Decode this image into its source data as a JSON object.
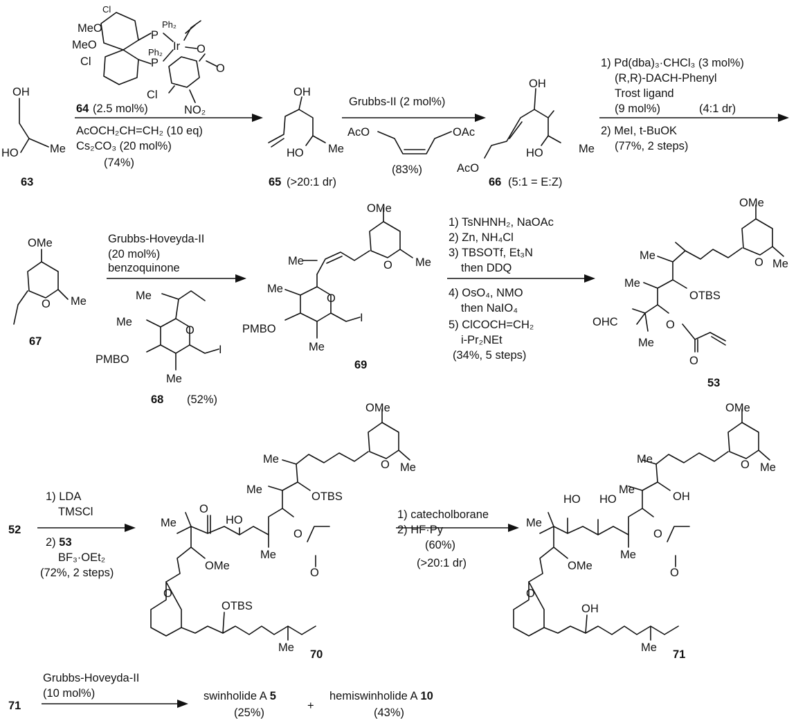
{
  "compounds": {
    "c63": "63",
    "c64": "64",
    "c65": "65",
    "c65_dr": "(>20:1 dr)",
    "c66": "66",
    "c66_ez": "(5:1 = E:Z)",
    "c67": "67",
    "c68": "68",
    "c68_yield": "(52%)",
    "c69": "69",
    "c53": "53",
    "c52": "52",
    "c70": "70",
    "c71": "71",
    "c71b": "71"
  },
  "atoms": {
    "OH": "OH",
    "HO": "HO",
    "Me": "Me",
    "O": "O",
    "OMe": "OMe",
    "OTBS": "OTBS",
    "PMBO": "PMBO",
    "I": "I",
    "OHC": "OHC",
    "AcO": "AcO",
    "OAc": "OAc",
    "MeO": "MeO",
    "Cl": "Cl",
    "P": "P",
    "Ir": "Ir",
    "Ph2": "Ph₂",
    "NO2": "NO₂"
  },
  "step1": {
    "catalyst_num": "64",
    "catalyst_amt": "(2.5 mol%)",
    "line2": "AcOCH₂CH=CH₂ (10 eq)",
    "line3": "Cs₂CO₃ (20 mol%)",
    "yield": "(74%)"
  },
  "step2": {
    "line1": "Grubbs-II (2 mol%)",
    "yield": "(83%)"
  },
  "step3": {
    "line1": "1) Pd(dba)₃·CHCl₃ (3 mol%)",
    "line2": "(R,R)-DACH-Phenyl",
    "line3": "Trost ligand",
    "line4": "(9 mol%)",
    "line4b": "(4:1 dr)",
    "line5": "2) MeI, t-BuOK",
    "line6": "(77%, 2 steps)"
  },
  "step4": {
    "line1": "Grubbs-Hoveyda-II",
    "line2": "(20 mol%)",
    "line3": "benzoquinone"
  },
  "step5": {
    "line1": "1) TsNHNH₂, NaOAc",
    "line2": "2) Zn, NH₄Cl",
    "line3": "3) TBSOTf, Et₃N",
    "line4": "then DDQ",
    "line5": "4) OsO₄, NMO",
    "line6": "then NaIO₄",
    "line7": "5) ClCOCH=CH₂",
    "line8": "i-Pr₂NEt",
    "line9": "(34%, 5 steps)"
  },
  "step6": {
    "line1": "1) LDA",
    "line2": "TMSCl",
    "line3a": "2) ",
    "line3b": "53",
    "line4": "BF₃·OEt₂",
    "line5": "(72%, 2 steps)"
  },
  "step7": {
    "line1": "1) catecholborane",
    "line2": "2) HF·Py",
    "line3": "(60%)",
    "line4": "(>20:1 dr)"
  },
  "step8": {
    "line1": "Grubbs-Hoveyda-II",
    "line2": "(10 mol%)"
  },
  "products": {
    "p1_name": "swinholide  A",
    "p1_num": "5",
    "p1_yield": "(25%)",
    "plus": "+",
    "p2_name": "hemiswinholide A",
    "p2_num": "10",
    "p2_yield": "(43%)"
  }
}
